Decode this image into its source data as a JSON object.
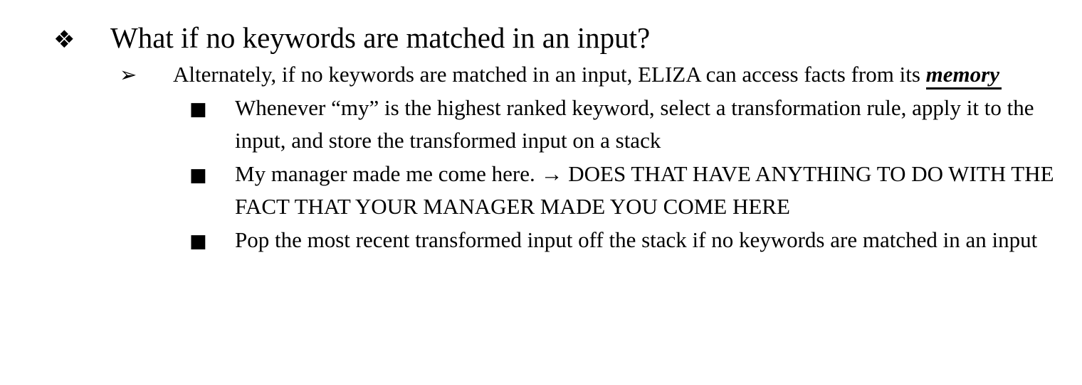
{
  "icons": {
    "diamond_bullet": "❖",
    "arrow_bullet": "➢",
    "square_bullet": "■"
  },
  "slide": {
    "title": "What if no keywords are matched in an input?",
    "sub": {
      "text": "Alternately, if no keywords are matched in an input, ELIZA can access facts from its ",
      "emphasis": "memory"
    },
    "items": [
      {
        "text": "Whenever “my” is the highest ranked keyword, select a transformation rule, apply it to the input, and store the transformed input on a stack"
      },
      {
        "text": "My manager made me come here. → DOES THAT HAVE ANYTHING TO DO WITH THE FACT THAT YOUR MANAGER MADE YOU COME HERE"
      },
      {
        "text": "Pop the most recent transformed input off the stack if no keywords are matched in an input"
      }
    ]
  }
}
